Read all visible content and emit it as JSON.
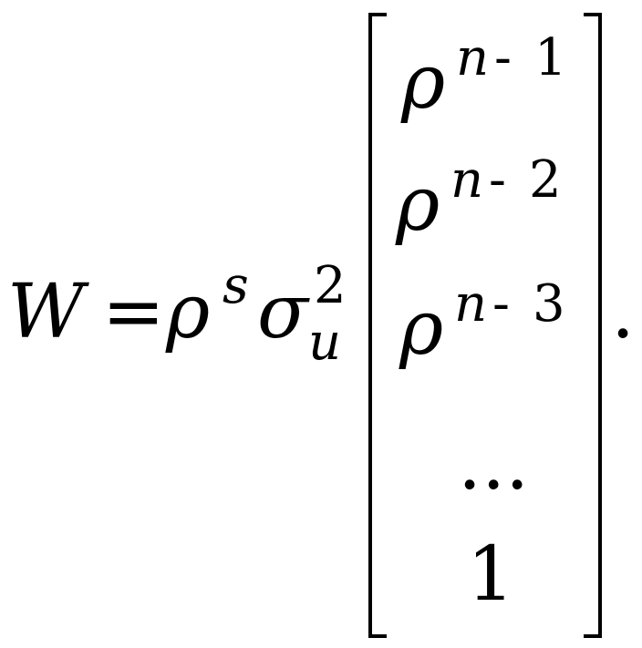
{
  "equation": {
    "lhs": "W",
    "equals": "=",
    "rho": "ρ",
    "rho_exp": "s",
    "sigma": "σ",
    "sigma_sub": "u",
    "sigma_sup": "2",
    "vector": [
      {
        "base": "ρ",
        "exp_var": "n",
        "exp_op": "-",
        "exp_num": "1"
      },
      {
        "base": "ρ",
        "exp_var": "n",
        "exp_op": "-",
        "exp_num": "2"
      },
      {
        "base": "ρ",
        "exp_var": "n",
        "exp_op": "-",
        "exp_num": "3"
      },
      {
        "text": "..."
      },
      {
        "text": "1"
      }
    ],
    "period": "."
  }
}
